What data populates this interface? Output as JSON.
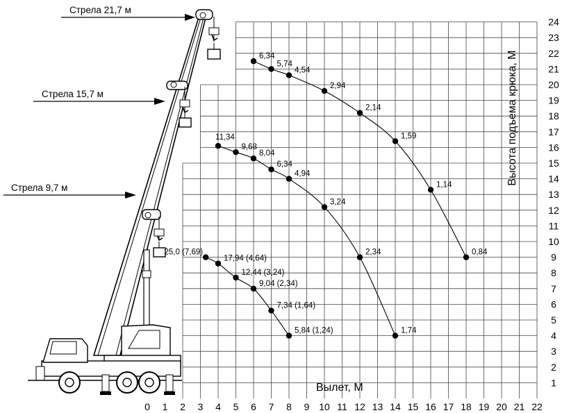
{
  "chart_data": {
    "type": "scatter",
    "xlabel": "Вылет, М",
    "ylabel": "Высота подъема крюка, М",
    "xlim": [
      0,
      22
    ],
    "ylim": [
      0,
      24
    ],
    "x_ticks": [
      0,
      1,
      2,
      3,
      4,
      5,
      6,
      7,
      8,
      9,
      10,
      11,
      12,
      13,
      14,
      15,
      16,
      17,
      18,
      19,
      20,
      21,
      22
    ],
    "y_ticks": [
      1,
      2,
      3,
      4,
      5,
      6,
      7,
      8,
      9,
      10,
      11,
      12,
      13,
      14,
      15,
      16,
      17,
      18,
      19,
      20,
      21,
      22,
      23,
      24
    ],
    "grid": true,
    "series": [
      {
        "name": "Стрела 21,7 м",
        "points": [
          {
            "x": 6,
            "y": 21.5,
            "label": "6,34"
          },
          {
            "x": 7,
            "y": 21.0,
            "label": "5,74"
          },
          {
            "x": 8,
            "y": 20.6,
            "label": "4,54"
          },
          {
            "x": 10,
            "y": 19.6,
            "label": "2,94"
          },
          {
            "x": 12,
            "y": 18.2,
            "label": "2,14"
          },
          {
            "x": 14,
            "y": 16.4,
            "label": "1,59"
          },
          {
            "x": 16,
            "y": 13.3,
            "label": "1,14"
          },
          {
            "x": 18,
            "y": 9.0,
            "label": "0,84"
          }
        ]
      },
      {
        "name": "Стрела 15,7 м",
        "points": [
          {
            "x": 4,
            "y": 16.1,
            "label": "11,34"
          },
          {
            "x": 5,
            "y": 15.7,
            "label": "9,68"
          },
          {
            "x": 6,
            "y": 15.3,
            "label": "8,04"
          },
          {
            "x": 7,
            "y": 14.6,
            "label": "6,34"
          },
          {
            "x": 8,
            "y": 14.0,
            "label": "4,94"
          },
          {
            "x": 10,
            "y": 12.2,
            "label": "3,24"
          },
          {
            "x": 12,
            "y": 9.0,
            "label": "2,34"
          },
          {
            "x": 14,
            "y": 4.0,
            "label": "1,74"
          }
        ]
      },
      {
        "name": "Стрела 9,7 м",
        "points": [
          {
            "x": 3.3,
            "y": 9.0,
            "label": "25,0 (7,69)"
          },
          {
            "x": 4,
            "y": 8.6,
            "label": "17,94 (4,64)"
          },
          {
            "x": 5,
            "y": 7.7,
            "label": "12,44 (3,24)"
          },
          {
            "x": 6,
            "y": 7.0,
            "label": "9,04 (2,34)"
          },
          {
            "x": 7,
            "y": 5.6,
            "label": "7,34 (1,64)"
          },
          {
            "x": 8,
            "y": 4.0,
            "label": "5,84 (1,24)"
          }
        ]
      }
    ],
    "boom_labels": [
      "Стрела 21,7 м",
      "Стрела 15,7 м",
      "Стрела 9,7 м"
    ]
  }
}
